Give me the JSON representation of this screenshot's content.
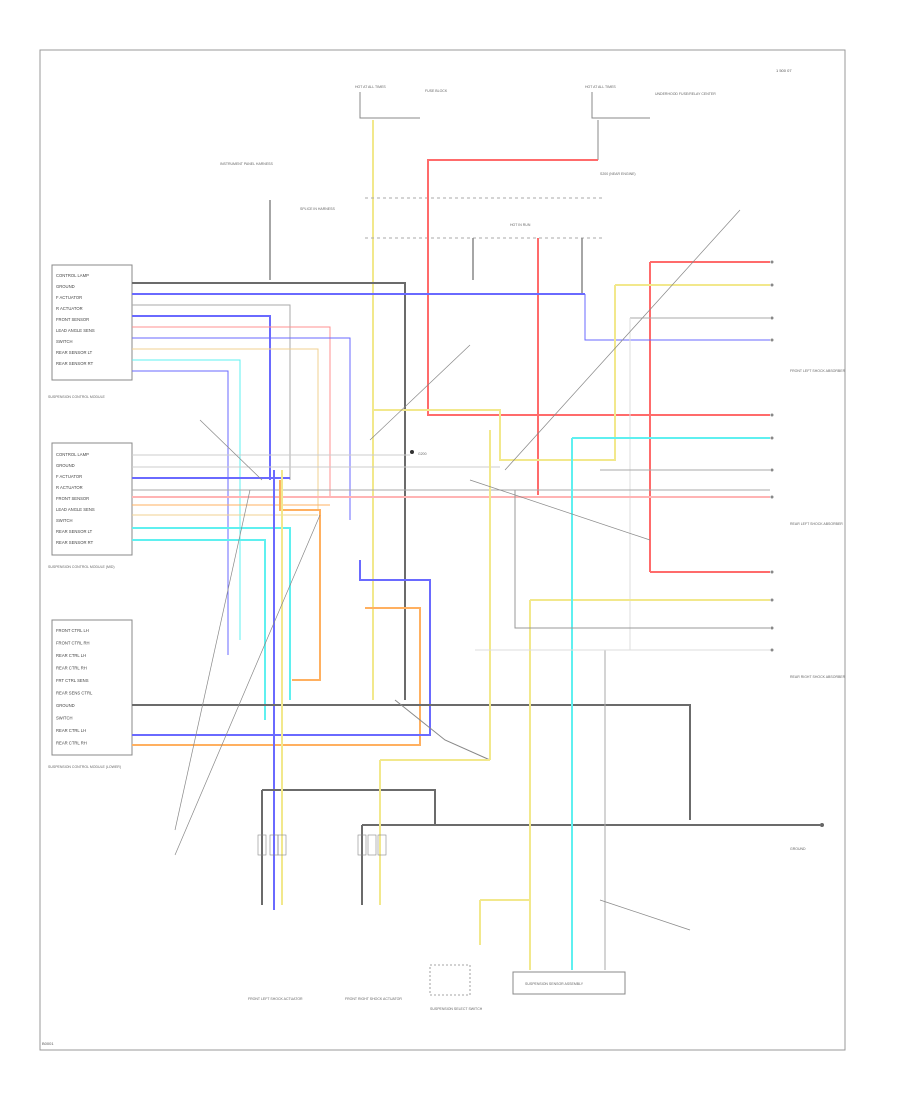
{
  "diagram_id": "1 500 07",
  "page_footer": "B0001",
  "labels": {
    "top_left_fuse": "HOT AT ALL TIMES",
    "top_left_fuse_desc": "FUSE BLOCK",
    "top_right_fuse": "HOT AT ALL TIMES",
    "top_right_fuse_desc": "UNDERHOOD FUSE/RELAY CENTER",
    "splice_left": "SPLICE IN HARNESS",
    "splice_mid": "HOT IN RUN",
    "splice_right": "S200 (NEAR ENGINE)",
    "connector_top": "INSTRUMENT PANEL HARNESS",
    "ground_label": "G200",
    "box_module_left": "SUSPENSION CONTROL MODULE",
    "box_module_mid": "SUSPENSION CONTROL MODULE (MID)",
    "box_module_low": "SUSPENSION CONTROL MODULE (LOWER)",
    "right_top": "FRONT LEFT SHOCK ABSORBER",
    "right_mid": "REAR LEFT SHOCK ABSORBER",
    "right_lower": "REAR RIGHT SHOCK ABSORBER",
    "bottom_left": "FRONT LEFT SHOCK ACTUATOR",
    "bottom_mid": "FRONT RIGHT SHOCK ACTUATOR",
    "bottom_switch": "SUSPENSION SELECT SWITCH",
    "bottom_right": "SUSPENSION SENSOR ASSEMBLY",
    "right_ground": "GROUND"
  },
  "module_pins_top": [
    "CONTROL LAMP",
    "GROUND",
    "F ACTUATOR",
    "R ACTUATOR",
    "FRONT SENSOR",
    "LEAD ANGLE SENS",
    "SWITCH",
    "REAR SENSOR LT",
    "REAR SENSOR RT"
  ],
  "module_pins_mid": [
    "CONTROL LAMP",
    "GROUND",
    "F ACTUATOR",
    "R ACTUATOR",
    "FRONT SENSOR",
    "LEAD ANGLE SENS",
    "SWITCH",
    "REAR SENSOR LT",
    "REAR SENSOR RT"
  ],
  "module_pins_low": [
    "FRONT CTRL LH",
    "FRONT CTRL RH",
    "REAR CTRL LH",
    "REAR CTRL RH",
    "FRT CTRL SENS",
    "REAR SENS CTRL",
    "GROUND",
    "SWITCH",
    "REAR CTRL LH",
    "REAR CTRL RH"
  ],
  "colors": {
    "red": "#ff6b6b",
    "yellow": "#f2e88c",
    "blue": "#6a6aff",
    "cyan": "#5ff0f0",
    "orange": "#ffb060",
    "gray": "#8a8a8a",
    "tan": "#e6d2a8",
    "pink": "#ffb4b4",
    "black": "#6b6b6b"
  }
}
